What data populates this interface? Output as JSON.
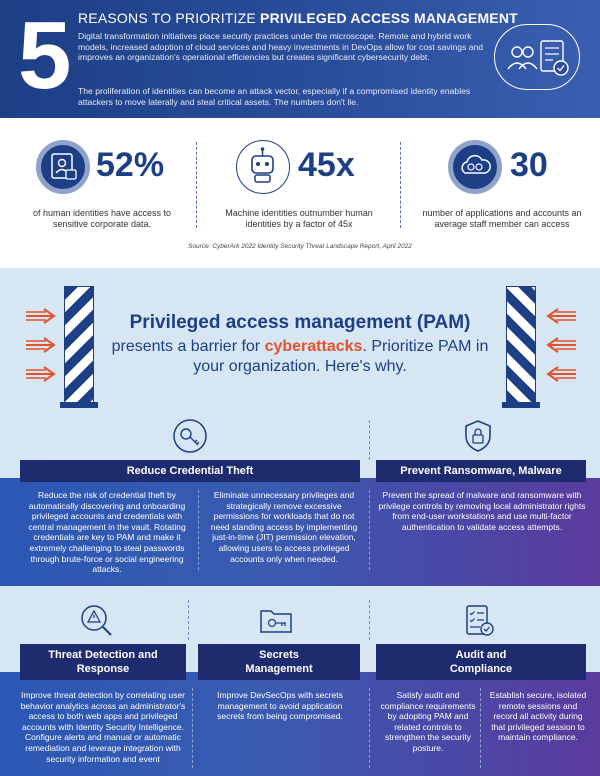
{
  "header": {
    "big_number": "5",
    "title_prefix": "REASONS TO PRIORITIZE ",
    "title_bold": "PRIVILEGED ACCESS MANAGEMENT",
    "para1": "Digital transformation initiatives place security practices under the microscope. Remote and hybrid work models, increased adoption of cloud services and heavy investments in DevOps allow for cost savings and improves an organization's operational efficiencies but creates significant cybersecurity debt.",
    "para2": "The proliferation of identities can become an attack vector, especially if a compromised identity enables attackers to move laterally and steal critical assets. The numbers don't lie.",
    "icon": "users-checklist-icon"
  },
  "stats": [
    {
      "value": "52%",
      "desc": "of human identities have access to sensitive corporate data.",
      "icon": "id-card-icon"
    },
    {
      "value": "45x",
      "desc": "Machine identities outnumber human identities by a factor of 45x",
      "icon": "robot-icon"
    },
    {
      "value": "30",
      "desc": "number of applications and accounts an average staff member can access",
      "icon": "cloud-apps-icon"
    }
  ],
  "source": "Source: CyberArk 2022 Identity Security Threat Landscape Report, April 2022",
  "banner": {
    "title": "Privileged access management (PAM)",
    "sub_part1": "presents a barrier for ",
    "sub_highlight": "cyberattacks",
    "sub_part2": ". Prioritize PAM in your organization. Here's why."
  },
  "sections": {
    "credential": {
      "title": "Reduce Credential Theft",
      "col1": "Reduce the risk of credential theft by automatically discovering and onboarding privileged accounts and credentials with central management in the vault. Rotating credentials are key to PAM and make it extremely challenging to steal passwords through brute-force or social engineering attacks.",
      "col2": "Eliminate unnecessary privileges and strategically remove excessive permissions for workloads that do not need standing access by implementing just-in-time (JIT) permission elevation, allowing users to access privileged accounts only when needed.",
      "icon": "key-fingerprint-icon"
    },
    "ransomware": {
      "title": "Prevent Ransomware, Malware",
      "text": "Prevent the spread of malware and ransomware with privilege controls by removing local administrator rights from end-user workstations and use multi-factor authentication to validate access attempts.",
      "icon": "shield-lock-icon"
    },
    "threat": {
      "title": "Threat Detection and Response",
      "text": "Improve threat detection by correlating user behavior analytics across an administrator's access to both web apps and privileged accounts with Identity Security Intelligence. Configure alerts and manual or automatic remediation and leverage integration with security information and event",
      "icon": "warning-magnifier-icon"
    },
    "secrets": {
      "title": "Secrets Management",
      "text": "Improve DevSecOps with secrets management to avoid application secrets from being compromised.",
      "icon": "folder-key-icon"
    },
    "audit": {
      "title": "Audit and Compliance",
      "col1": "Satisfy audit and compliance requirements by adopting PAM and related controls to strengthen the security posture.",
      "col2": "Establish secure, isolated remote sessions and record all activity during that privileged session to maintain compliance.",
      "icon": "checklist-clipboard-icon"
    }
  }
}
